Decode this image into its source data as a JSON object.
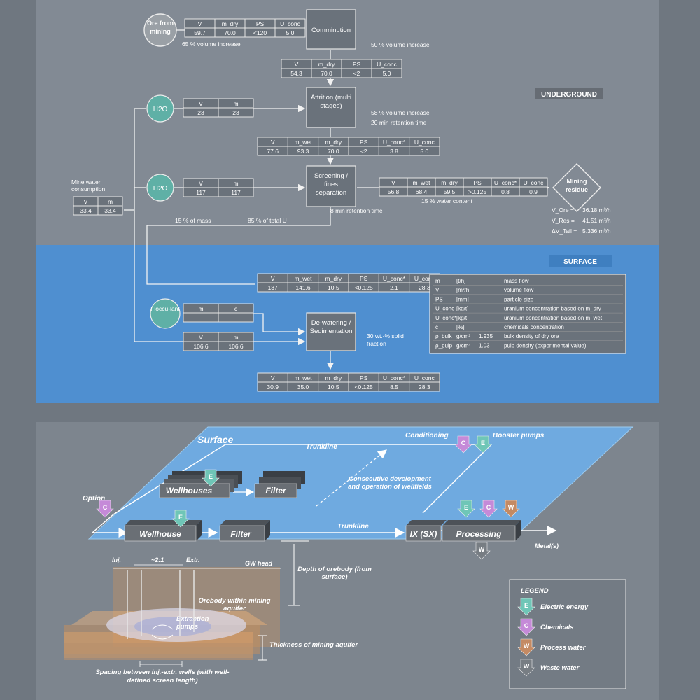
{
  "flowsheet": {
    "ore_from_mining": "Ore from mining",
    "comminution": "Comminution",
    "attrition": "Attrition (multi stages)",
    "screening": "Screening / fines separation",
    "dewatering": "De-watering / Sedimentation",
    "mining_residue": "Mining residue",
    "h2o": "H2O",
    "flocculant": "Floccu-lant",
    "underground": "UNDERGROUND",
    "surface": "SURFACE",
    "mine_water": "Mine water consumption:",
    "notes": {
      "vol65": "65 % volume increase",
      "vol50": "50 % volume increase",
      "vol58": "58 % volume increase",
      "ret20": "20 min retention time",
      "ret8": "8 min retention time",
      "water15": "15 % water content",
      "mass15": "15 % of mass",
      "u85": "85 % of total U",
      "solid": "30 wt.-% solid fraction"
    },
    "residue_stats": {
      "v_ore_label": "V_Ore =",
      "v_ore": "36.18 m³/h",
      "v_res_label": "V_Res =",
      "v_res": "41.51 m³/h",
      "dv_label": "ΔV_Tail =",
      "dv": "5.336 m³/h"
    },
    "tables": {
      "ore": {
        "h": [
          "V",
          "m_dry",
          "PS",
          "U_conc"
        ],
        "v": [
          "59.7",
          "70.0",
          "<120",
          "5.0"
        ]
      },
      "comm": {
        "h": [
          "V",
          "m_dry",
          "PS",
          "U_conc"
        ],
        "v": [
          "54.3",
          "70.0",
          "<2",
          "5.0"
        ]
      },
      "h2o1": {
        "h": [
          "V",
          "m"
        ],
        "v": [
          "23",
          "23"
        ]
      },
      "attr": {
        "h": [
          "V",
          "m_wet",
          "m_dry",
          "PS",
          "U_conc*",
          "U_conc"
        ],
        "v": [
          "77.6",
          "93.3",
          "70.0",
          "<2",
          "3.8",
          "5.0"
        ]
      },
      "mw": {
        "h": [
          "V",
          "m"
        ],
        "v": [
          "33.4",
          "33.4"
        ]
      },
      "h2o2": {
        "h": [
          "V",
          "m"
        ],
        "v": [
          "117",
          "117"
        ]
      },
      "resid": {
        "h": [
          "V",
          "m_wet",
          "m_dry",
          "PS",
          "U_conc*",
          "U_conc"
        ],
        "v": [
          "56.8",
          "68.4",
          "59.5",
          ">0.125",
          "0.8",
          "0.9"
        ]
      },
      "fines": {
        "h": [
          "V",
          "m_wet",
          "m_dry",
          "PS",
          "U_conc*",
          "U_conc"
        ],
        "v": [
          "137",
          "141.6",
          "10.5",
          "<0.125",
          "2.1",
          "28.3"
        ]
      },
      "floc": {
        "h": [
          "m",
          "c"
        ],
        "v": [
          "",
          ""
        ]
      },
      "ret": {
        "h": [
          "V",
          "m"
        ],
        "v": [
          "106.6",
          "106.6"
        ]
      },
      "out": {
        "h": [
          "V",
          "m_wet",
          "m_dry",
          "PS",
          "U_conc*",
          "U_conc"
        ],
        "v": [
          "30.9",
          "35.0",
          "10.5",
          "<0.125",
          "8.5",
          "28.3"
        ]
      }
    },
    "legend": [
      {
        "sym": "ṁ",
        "unit": "[t/h]",
        "val": "",
        "desc": "mass flow"
      },
      {
        "sym": "V̇",
        "unit": "[m³/h]",
        "val": "",
        "desc": "volume flow"
      },
      {
        "sym": "PS",
        "unit": "[mm]",
        "val": "",
        "desc": "particle size"
      },
      {
        "sym": "U_conc",
        "unit": "[kg/t]",
        "val": "",
        "desc": "uranium concentration based on m_dry"
      },
      {
        "sym": "U_conc*",
        "unit": "[kg/t]",
        "val": "",
        "desc": "uranium concentration based on m_wet"
      },
      {
        "sym": "c",
        "unit": "[%]",
        "val": "",
        "desc": "chemicals concentration"
      },
      {
        "sym": "ρ_bulk",
        "unit": "g/cm³",
        "val": "1.935",
        "desc": "bulk density of dry ore"
      },
      {
        "sym": "ρ_pulp",
        "unit": "g/cm³",
        "val": "1.03",
        "desc": "pulp density (experimental value)"
      }
    ]
  },
  "isr": {
    "surface": "Surface",
    "trunkline": "Trunkline",
    "conditioning": "Conditioning",
    "booster": "Booster pumps",
    "option": "Option",
    "wellhouses": "Wellhouses",
    "filter": "Filter",
    "wellhouse": "Wellhouse",
    "ixsx": "IX (SX)",
    "processing": "Processing",
    "metals": "Metal(s)",
    "consecutive": "Consecutive development and operation of wellfields",
    "inj": "Inj.",
    "ratio": "~2:1",
    "extr": "Extr.",
    "gw_head": "GW head",
    "depth": "Depth of orebody (from surface)",
    "orebody": "Orebody within mining aquifer",
    "extraction": "Extraction pumps",
    "thickness": "Thickness of mining aquifer",
    "spacing": "Spacing between inj.-extr. wells (with well-defined screen length)",
    "letters": {
      "e": "E",
      "c": "C",
      "w": "W"
    },
    "legend_title": "LEGEND",
    "legend": [
      "Electric energy",
      "Chemicals",
      "Process water",
      "Waste water"
    ],
    "colors": {
      "electric": "#6fc6b7",
      "chemical": "#c58ad8",
      "process": "#c48a63",
      "waste": "#777d83"
    }
  }
}
